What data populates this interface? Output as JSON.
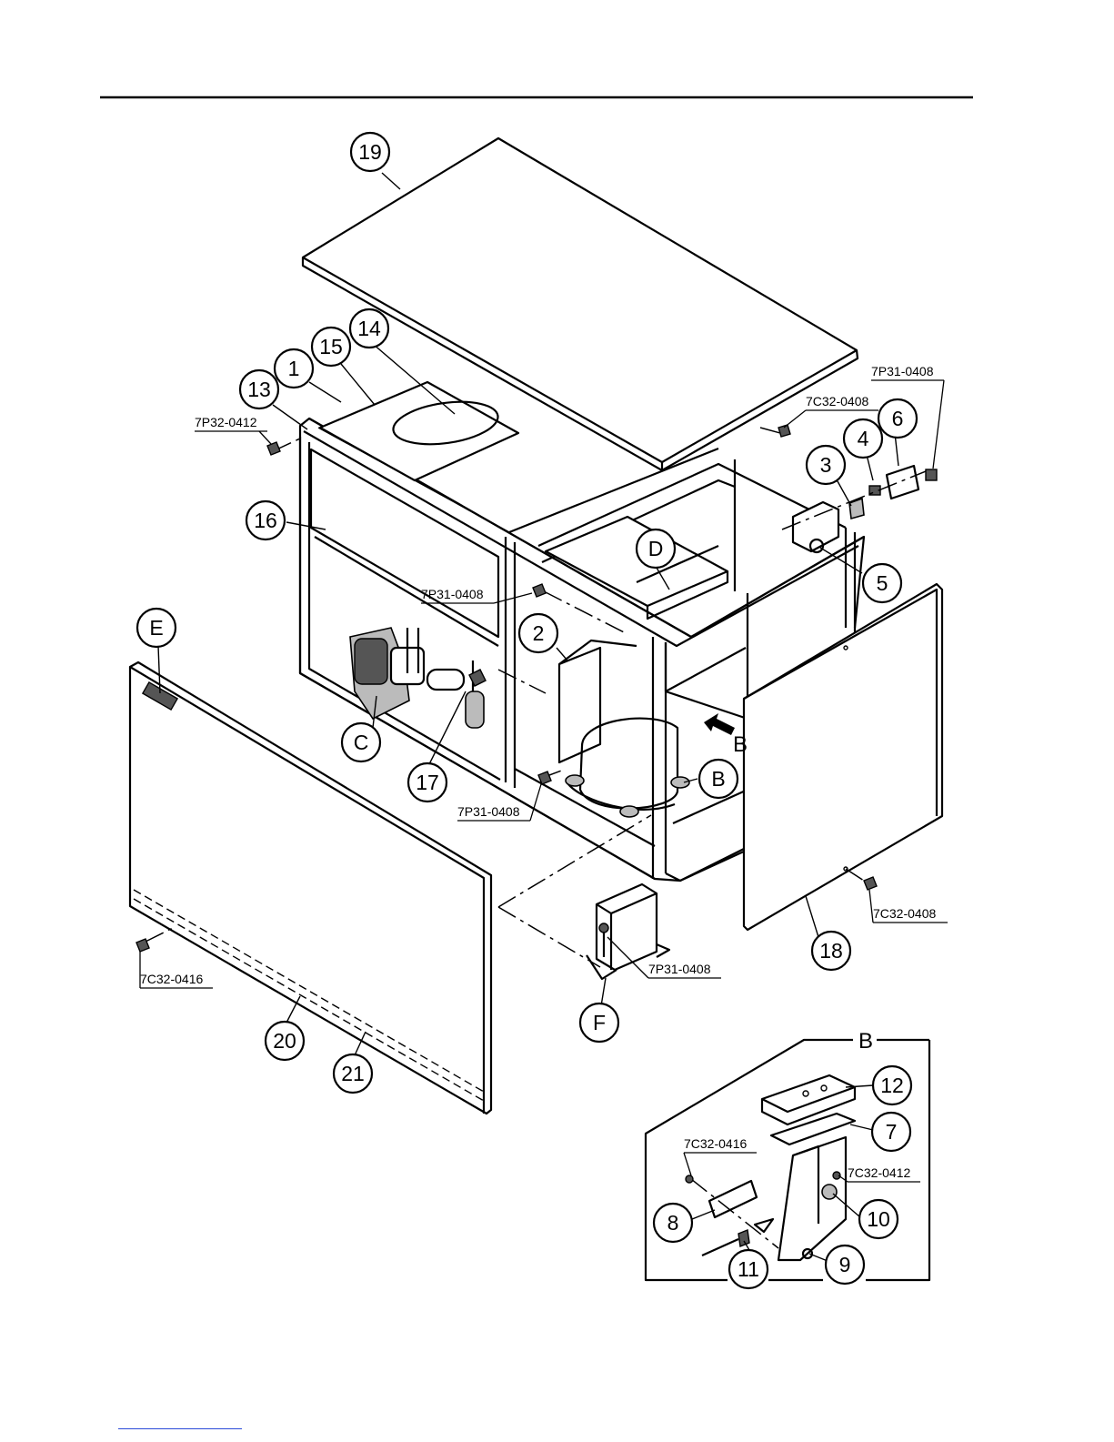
{
  "callouts": [
    {
      "id": "c19",
      "label": "19"
    },
    {
      "id": "c14",
      "label": "14"
    },
    {
      "id": "c15",
      "label": "15"
    },
    {
      "id": "c1",
      "label": "1"
    },
    {
      "id": "c13",
      "label": "13"
    },
    {
      "id": "c16",
      "label": "16"
    },
    {
      "id": "cE",
      "label": "E"
    },
    {
      "id": "cC",
      "label": "C"
    },
    {
      "id": "c17",
      "label": "17"
    },
    {
      "id": "c2",
      "label": "2"
    },
    {
      "id": "cD",
      "label": "D"
    },
    {
      "id": "c3",
      "label": "3"
    },
    {
      "id": "c4",
      "label": "4"
    },
    {
      "id": "c6",
      "label": "6"
    },
    {
      "id": "c5",
      "label": "5"
    },
    {
      "id": "cB",
      "label": "B"
    },
    {
      "id": "c18",
      "label": "18"
    },
    {
      "id": "cF",
      "label": "F"
    },
    {
      "id": "c20",
      "label": "20"
    },
    {
      "id": "c21",
      "label": "21"
    },
    {
      "id": "c12",
      "label": "12"
    },
    {
      "id": "c7",
      "label": "7"
    },
    {
      "id": "c10",
      "label": "10"
    },
    {
      "id": "c8",
      "label": "8"
    },
    {
      "id": "c11",
      "label": "11"
    },
    {
      "id": "c9",
      "label": "9"
    }
  ],
  "part_numbers": [
    {
      "id": "pn1",
      "text": "7P32-0412"
    },
    {
      "id": "pn2",
      "text": "7C32-0408"
    },
    {
      "id": "pn3",
      "text": "7P31-0408"
    },
    {
      "id": "pn4",
      "text": "7P31-0408"
    },
    {
      "id": "pn5",
      "text": "7P31-0408"
    },
    {
      "id": "pn6",
      "text": "7C32-0408"
    },
    {
      "id": "pn7",
      "text": "7P31-0408"
    },
    {
      "id": "pn8",
      "text": "7C32-0416"
    },
    {
      "id": "pn9",
      "text": "7C32-0416"
    },
    {
      "id": "pn10",
      "text": "7C32-0412"
    }
  ],
  "view_arrow_label": "B",
  "detail_view_label": "B"
}
